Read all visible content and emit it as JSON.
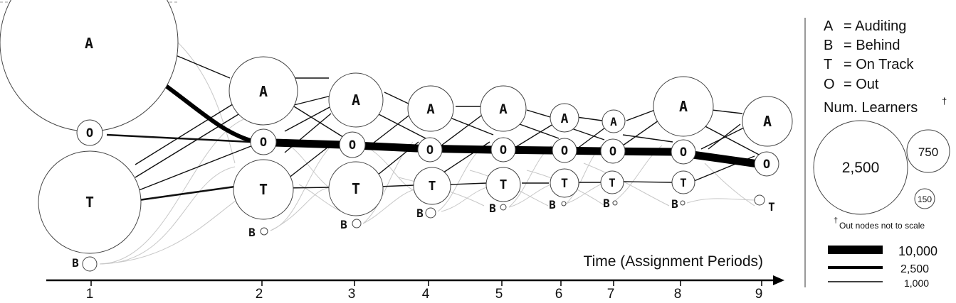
{
  "legend": {
    "items": [
      {
        "code": "A",
        "label": "= Auditing"
      },
      {
        "code": "B",
        "label": "= Behind"
      },
      {
        "code": "T",
        "label": "= On Track"
      },
      {
        "code": "O",
        "label": "= Out"
      }
    ],
    "size_title": "Num. Learners",
    "size_title_mark": "†",
    "size_examples": [
      "2,500",
      "750",
      "150"
    ],
    "footnote_mark": "†",
    "footnote": "Out nodes not to scale",
    "edge_examples": [
      "10,000",
      "2,500",
      "1,000"
    ]
  },
  "axis": {
    "title": "Time (Assignment Periods)",
    "ticks": [
      "1",
      "2",
      "3",
      "4",
      "5",
      "6",
      "7",
      "8",
      "9"
    ]
  },
  "node_letters": {
    "A": "A",
    "B": "B",
    "T": "T",
    "O": "O"
  },
  "colors": {
    "stroke": "#333333",
    "thin_edge": "#bdbdbd",
    "thick_edge": "#000000"
  }
}
